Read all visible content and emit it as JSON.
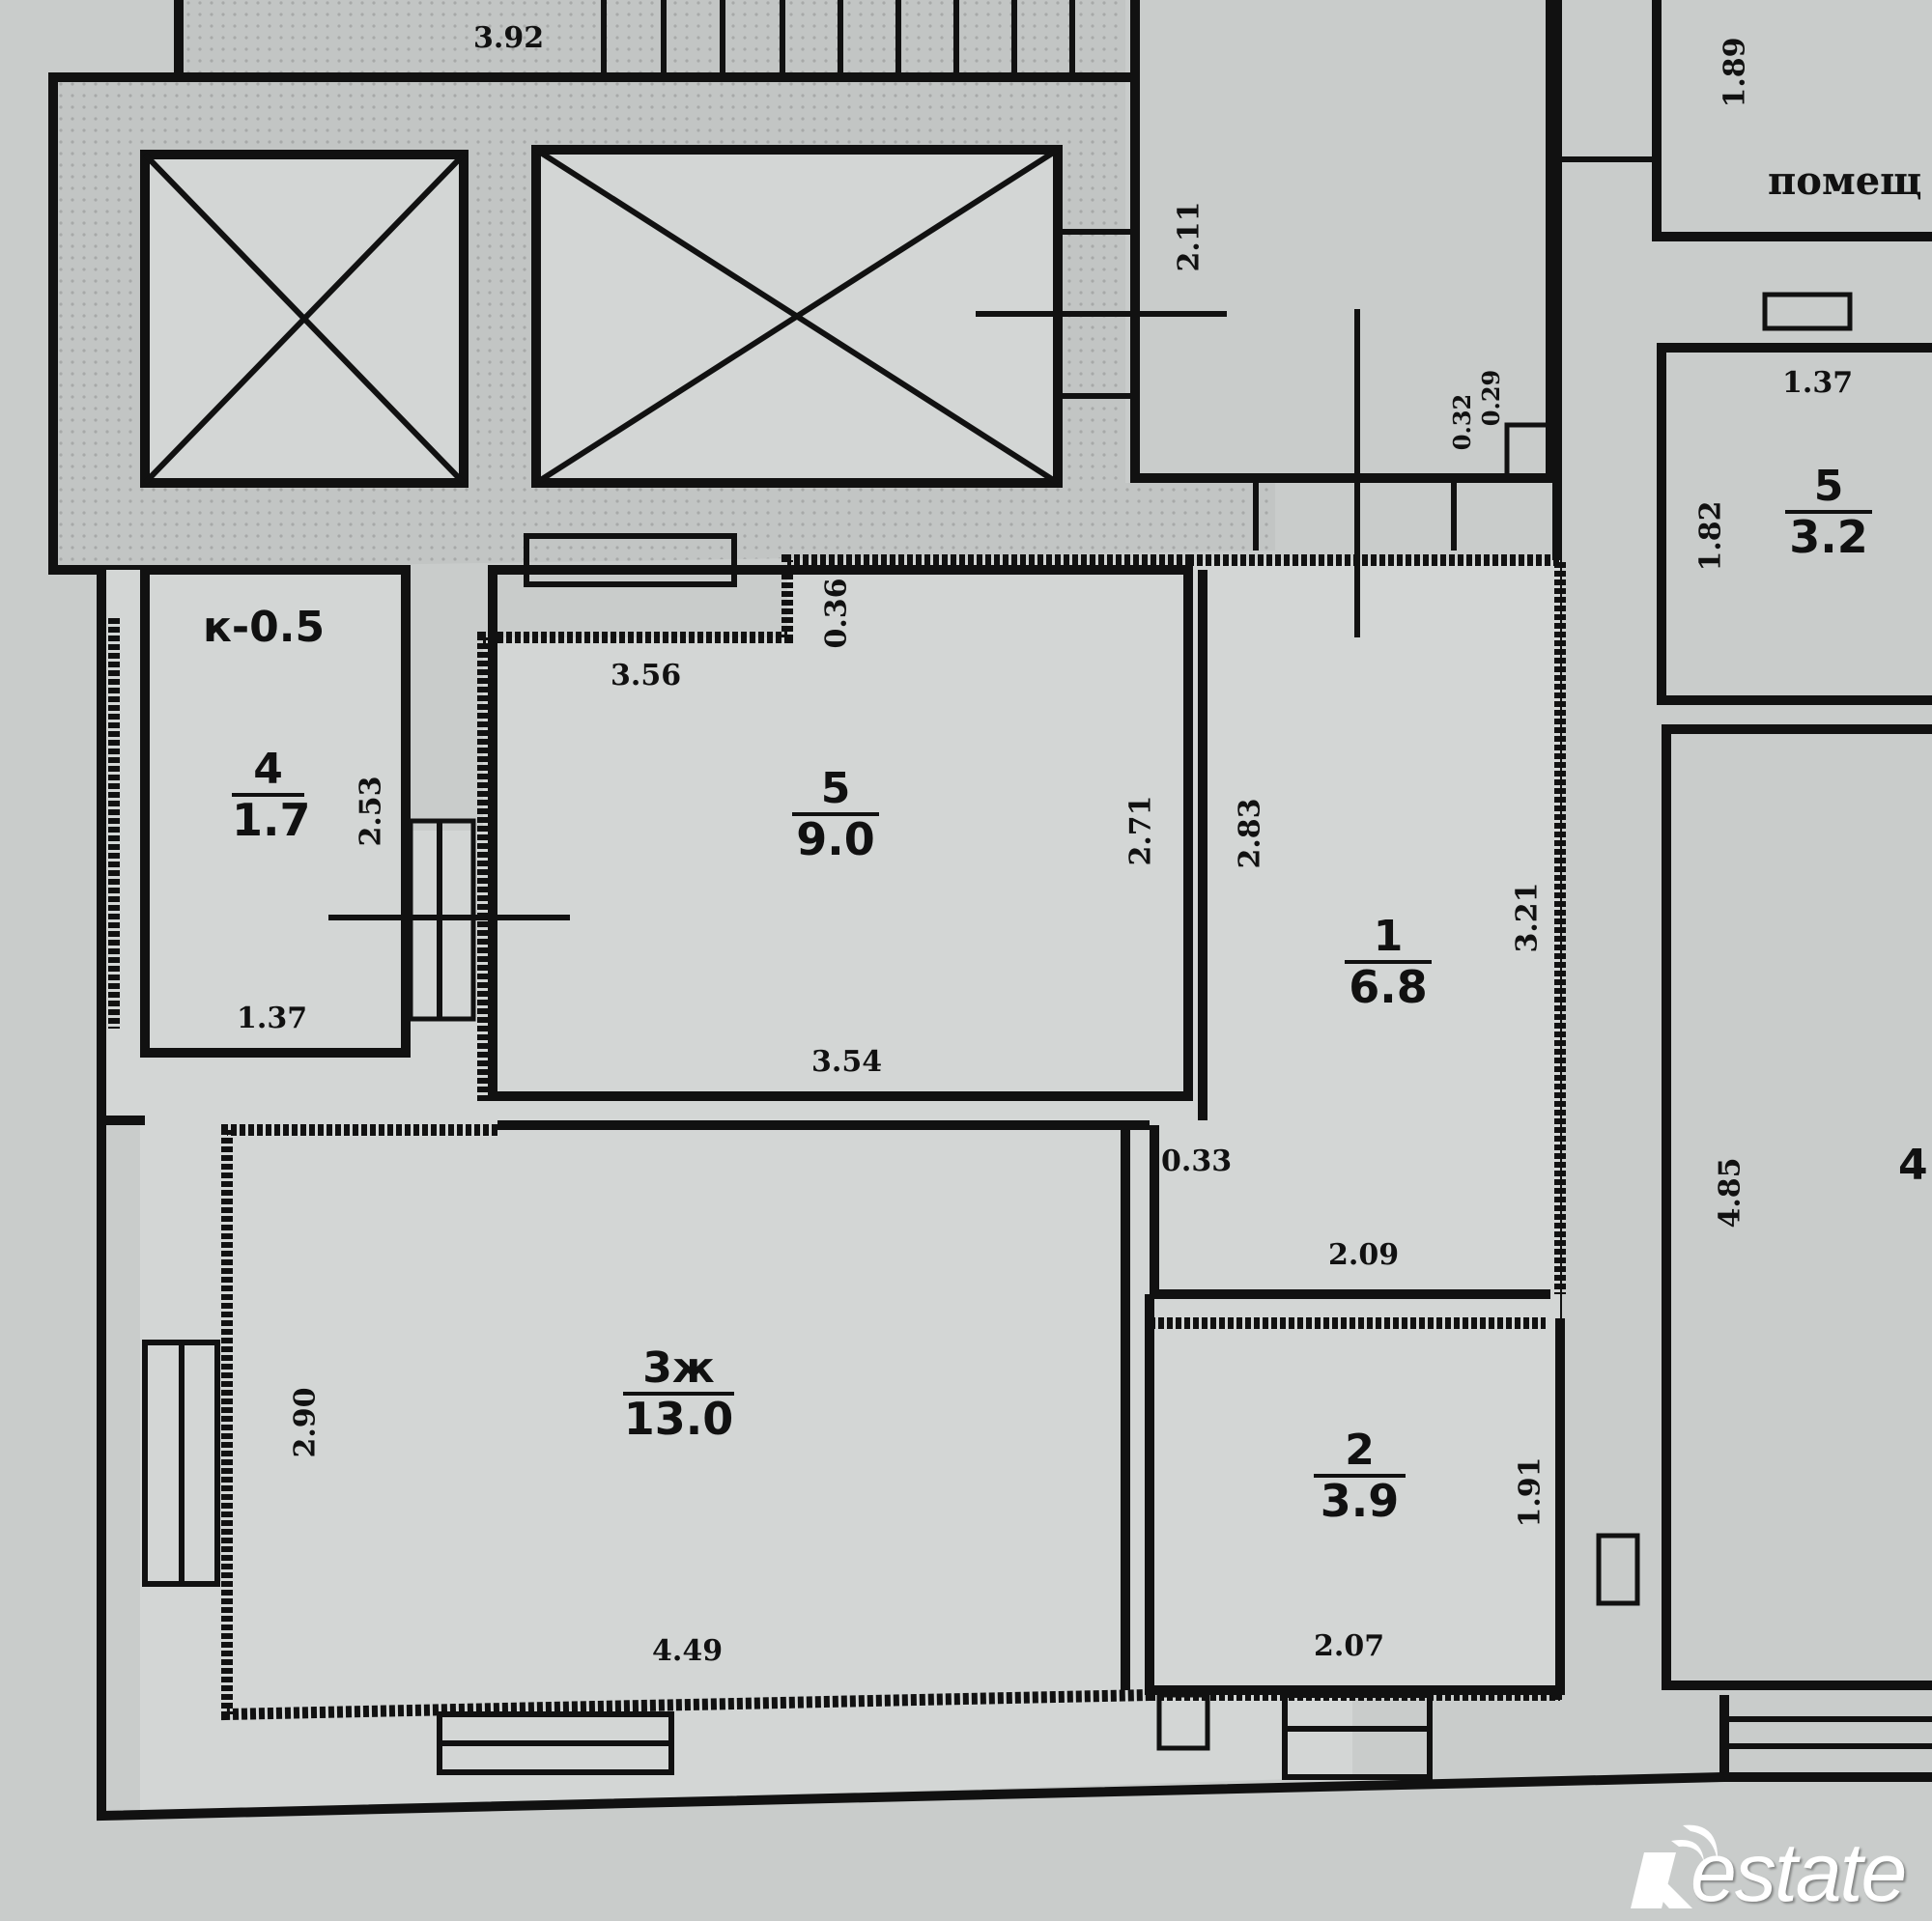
{
  "plan": {
    "background": "#c9cccb",
    "line_color": "#111111",
    "rooms": [
      {
        "id": "1",
        "number": "1",
        "area": "6.8",
        "label": "1 / 6.8"
      },
      {
        "id": "2",
        "number": "2",
        "area": "3.9",
        "label": "2 / 3.9"
      },
      {
        "id": "3",
        "number": "3ж",
        "area": "13.0",
        "label": "3ж / 13.0"
      },
      {
        "id": "4",
        "number": "4",
        "area": "1.7",
        "label": "4 / 1.7",
        "note": "к-0.5"
      },
      {
        "id": "5",
        "number": "5",
        "area": "9.0",
        "label": "5 / 9.0"
      },
      {
        "id": "5-neighbor",
        "number": "5",
        "area": "3.2",
        "label": "5 / 3.2"
      }
    ],
    "dimensions": {
      "top_corridor": "3.92",
      "hall_top": "3.56",
      "hall_bottom": "3.54",
      "hall_side": "2.71",
      "hall_notch": "0.36",
      "room1_left": "2.83",
      "room1_right": "3.21",
      "room1_bottom": "2.09",
      "room1_offset": "0.33",
      "room2_bottom": "2.07",
      "room2_right": "1.91",
      "room3_left": "2.90",
      "room3_bottom": "4.49",
      "balcony_side": "2.53",
      "balcony_bottom": "1.37",
      "shaft_side": "2.11",
      "small_a": "0.32",
      "small_b": "0.29",
      "neighbor_top_side": "1.89",
      "neighbor_top_width": "1.37",
      "neighbor_side": "1.82",
      "neighbor_room_side": "4.85"
    },
    "partial_label_top_right": "помещ",
    "neighbor_right_number": "4"
  },
  "watermark": {
    "text": "estate",
    "initial": "R",
    "color": "#ffffff"
  }
}
